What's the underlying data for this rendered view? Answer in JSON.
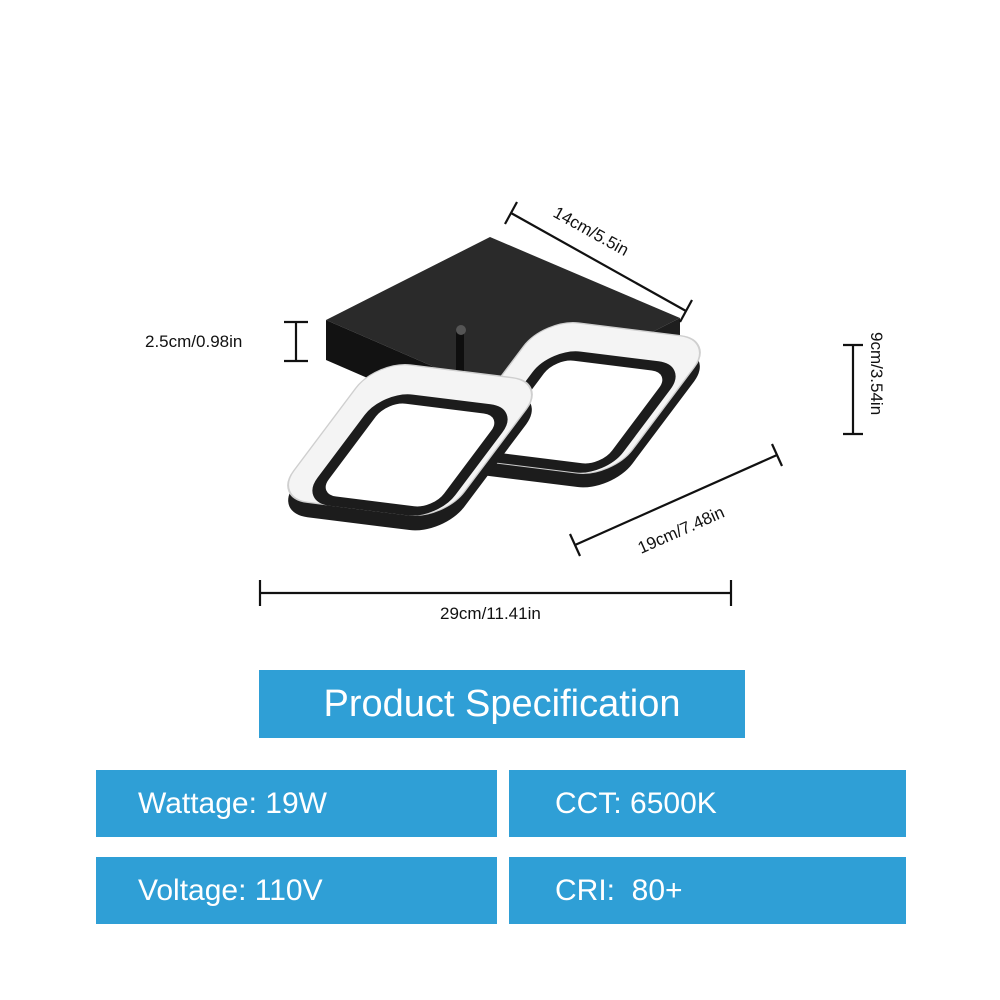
{
  "dimensions": {
    "depth_top": "14cm/5.5in",
    "base_height": "2.5cm/0.98in",
    "total_height": "9cm/3.54in",
    "depth_side": "19cm/7.48in",
    "width": "29cm/11.41in"
  },
  "colors": {
    "banner": "#2f9fd6",
    "banner_text": "#ffffff",
    "fixture_frame": "#1c1c1c",
    "fixture_diffuser": "#f4f4f4"
  },
  "specs": {
    "title": "Product Specification",
    "wattage": {
      "label": "Wattage:",
      "value": "19W"
    },
    "cct": {
      "label": "CCT:",
      "value": "6500K"
    },
    "voltage": {
      "label": "Voltage:",
      "value": "110V"
    },
    "cri": {
      "label": "CRI:",
      "value": "80+"
    }
  }
}
